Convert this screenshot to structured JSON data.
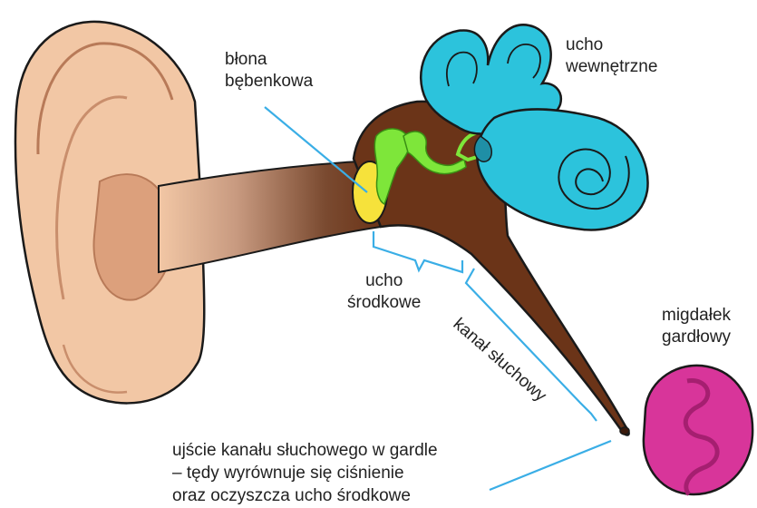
{
  "labels": {
    "eardrum": [
      "błona",
      "bębenkowa"
    ],
    "inner_ear": [
      "ucho",
      "wewnętrzne"
    ],
    "middle_ear": [
      "ucho",
      "środkowe"
    ],
    "adenoid": [
      "migdałek",
      "gardłowy"
    ],
    "auditory_tube": "kanał słuchowy",
    "tube_opening": [
      "ujście kanału słuchowego w gardle",
      "– tędy wyrównuje się ciśnienie",
      "oraz oczyszcza ucho środkowe"
    ]
  },
  "colors": {
    "skin": "#f2c7a5",
    "skin_shadow": "#dca07c",
    "canal_brown": "#6b3418",
    "eardrum_yellow": "#f6e23b",
    "ossicles_green": "#7ee63a",
    "inner_ear_cyan": "#2cc3dc",
    "adenoid_magenta": "#d8359a",
    "pointer_blue": "#3aaee6",
    "outline": "#1a1a1a"
  }
}
